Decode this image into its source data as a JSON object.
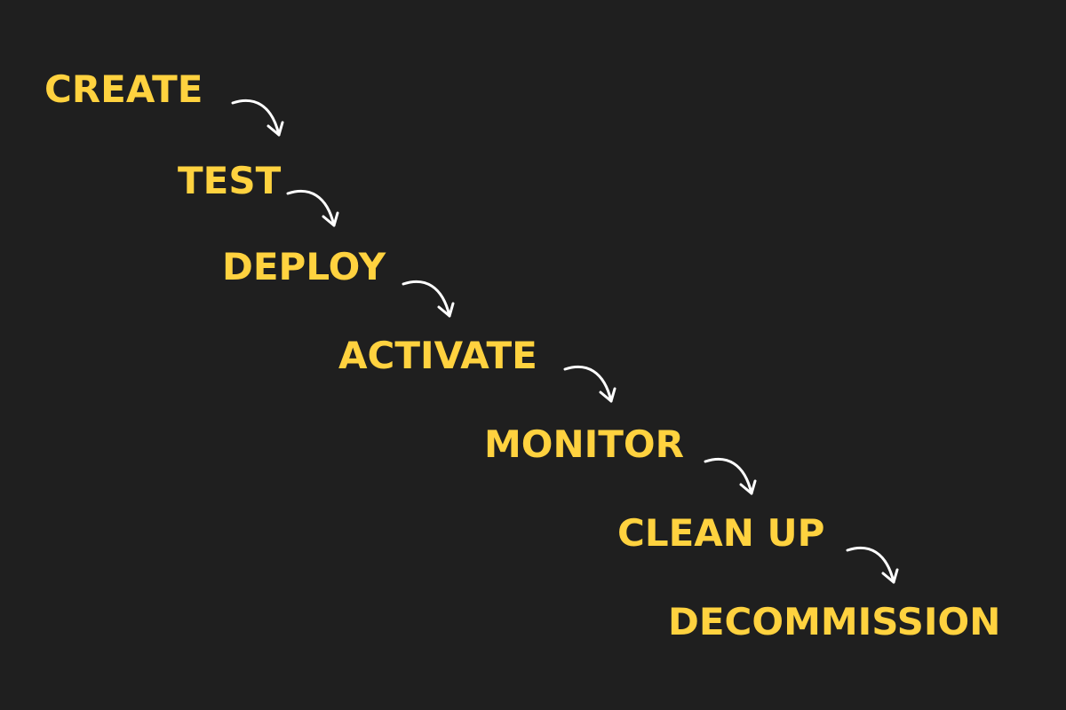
{
  "diagram": {
    "text_color": "#ffd23f",
    "arrow_color": "#ffffff",
    "background_color": "#1f1f1f",
    "arrow_icon": "curved-arrow-down-right",
    "steps": [
      {
        "label": "CREATE"
      },
      {
        "label": "TEST"
      },
      {
        "label": "DEPLOY"
      },
      {
        "label": "ACTIVATE"
      },
      {
        "label": "MONITOR"
      },
      {
        "label": "CLEAN UP"
      },
      {
        "label": "DECOMMISSION"
      }
    ]
  }
}
